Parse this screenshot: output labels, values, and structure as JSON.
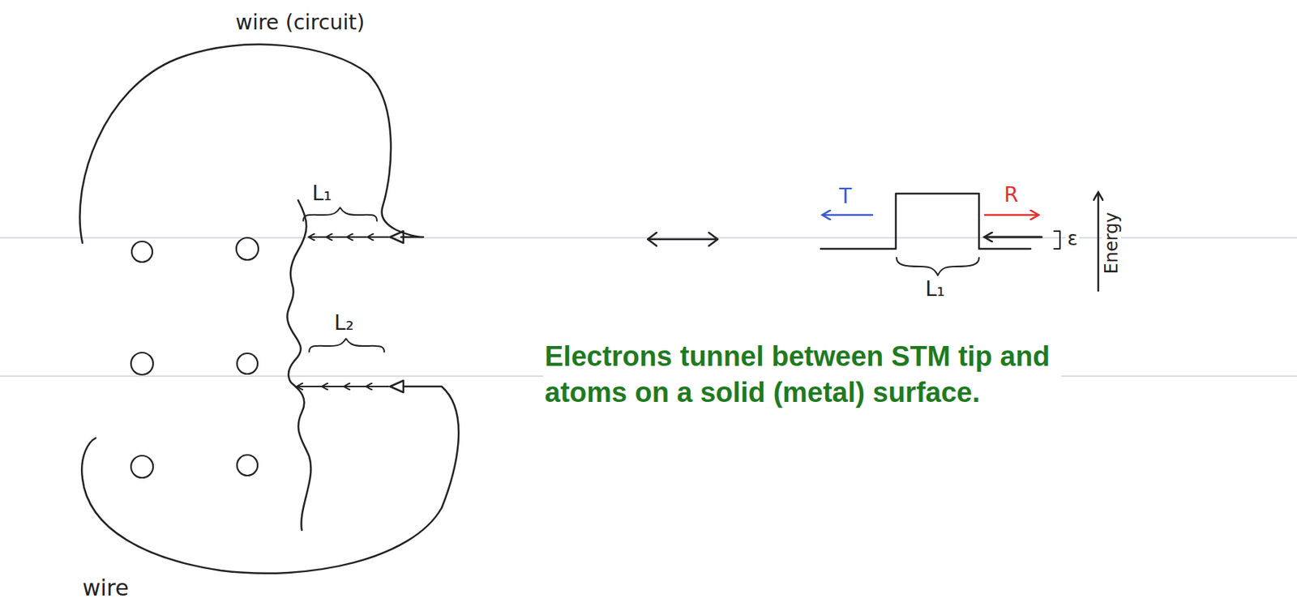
{
  "diagram": {
    "labels": [
      "wire (circuit)",
      "L₁",
      "L₂",
      "wire",
      "T",
      "R",
      "ε",
      "Energy",
      "L₁",
      "Electrons tunnel between STM tip and atoms on a solid (metal) surface."
    ]
  }
}
